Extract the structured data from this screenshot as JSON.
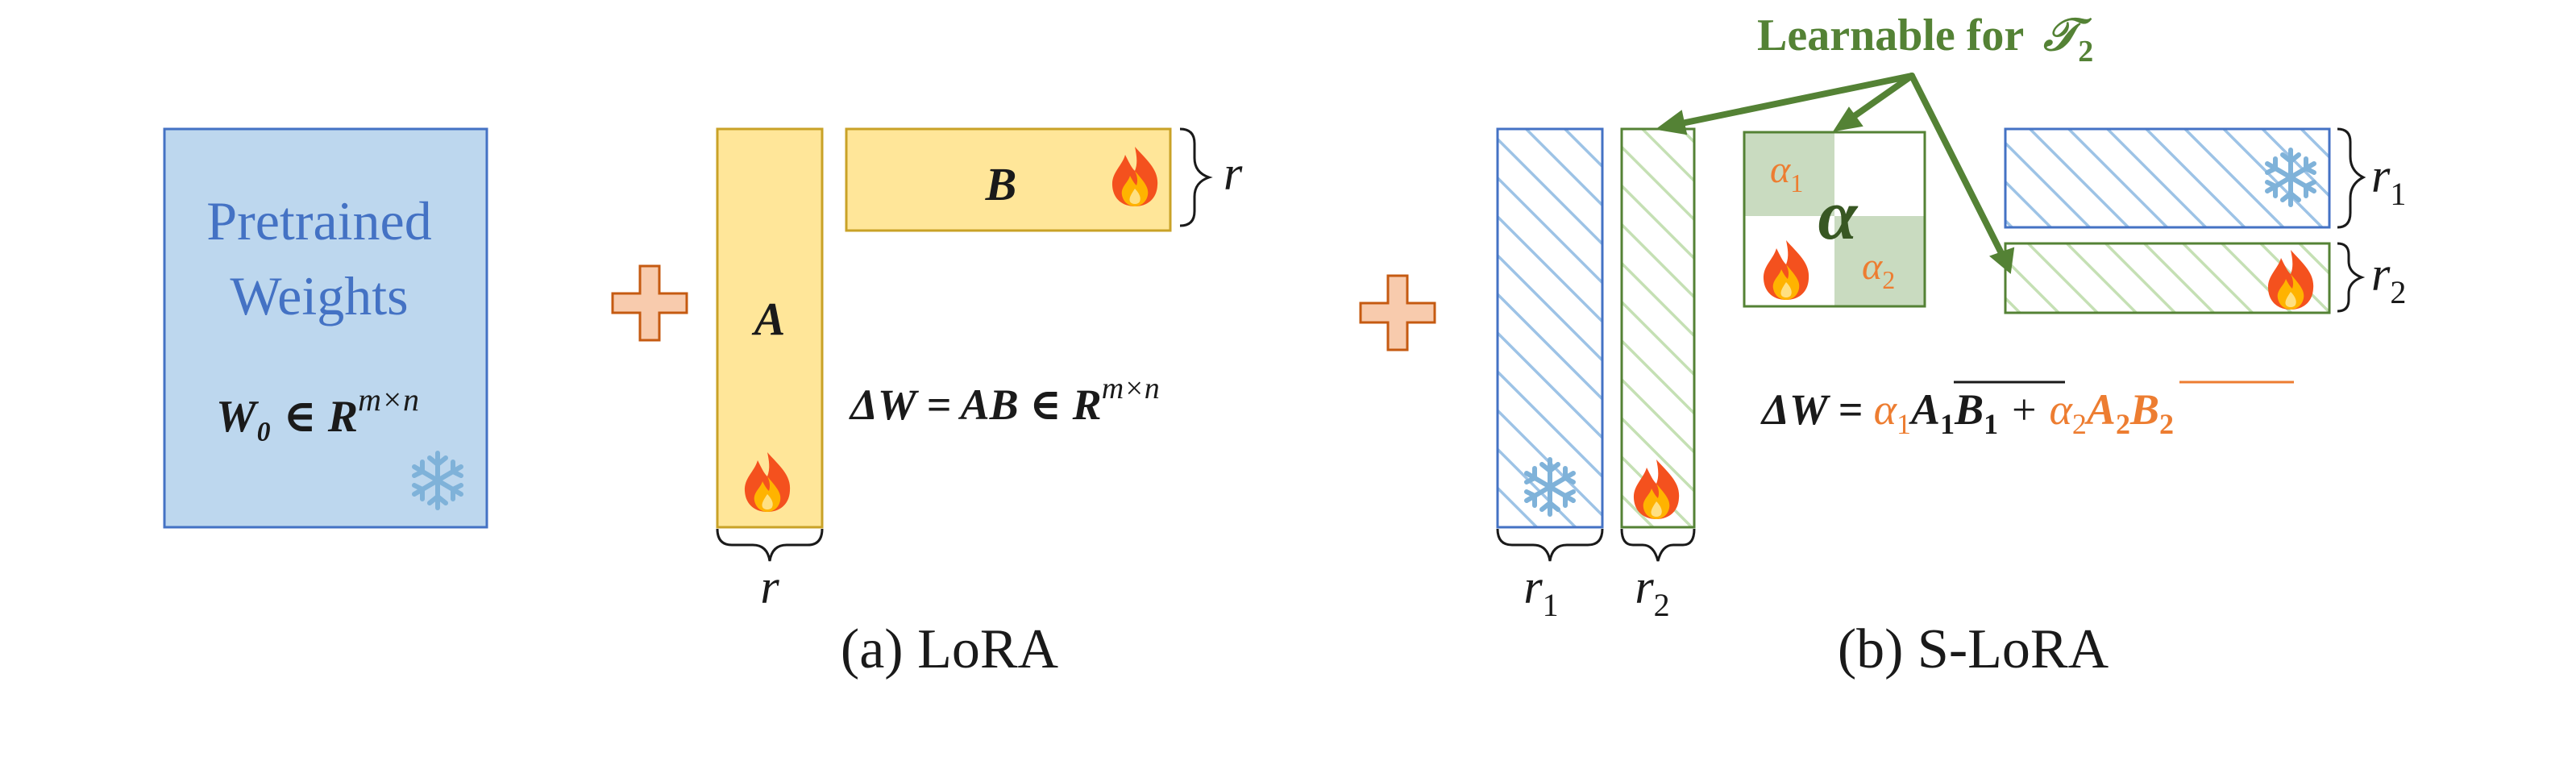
{
  "colors": {
    "pretrained_fill": "#bdd7ee",
    "pretrained_stroke": "#4472c4",
    "pretrained_text": "#4472c4",
    "lora_fill": "#ffe699",
    "lora_stroke": "#c9a227",
    "plus_fill": "#f8cbad",
    "plus_stroke": "#c55a11",
    "blue_hatch": "#9dc3e6",
    "blue_stroke": "#4472c4",
    "green_hatch": "#c5e0b4",
    "green_stroke": "#548235",
    "green_fill": "#c9dbc0",
    "orange_text": "#ed7d31",
    "annot_green": "#548235",
    "snowflake": "#7fb2d9"
  },
  "icons": [
    "snowflake-icon",
    "fire-icon",
    "plus-icon",
    "arrow-icon"
  ],
  "lora": {
    "pretrained_line1": "Pretrained",
    "pretrained_line2": "Weights",
    "w0_formula": "W₀ ∈ R",
    "w0_sup": "m×n",
    "matrix_a": "A",
    "matrix_b": "B",
    "rank": "r",
    "rank_b": "r",
    "delta_w": "ΔW = AB ∈ R",
    "delta_w_sup": "m×n",
    "caption": "(a)  LoRA"
  },
  "slora": {
    "learnable_label": "Learnable for",
    "task_symbol": "𝒯",
    "task_sub": "2",
    "alpha": "α",
    "alpha1": "α",
    "alpha1_sub": "1",
    "alpha2": "α",
    "alpha2_sub": "2",
    "r1_label": "r",
    "r1_sub": "1",
    "r2_label": "r",
    "r2_sub": "2",
    "r1_right": "r",
    "r1_right_sub": "1",
    "r2_right": "r",
    "r2_right_sub": "2",
    "formula_lhs": "ΔW = ",
    "formula_a1": "α",
    "formula_a1_sub": "1",
    "formula_t1": "A",
    "formula_t1_sub": "1",
    "formula_t1b": "B",
    "formula_t1b_sub": "1",
    "formula_plus": " + ",
    "formula_a2": "α",
    "formula_a2_sub": "2",
    "formula_t2": "A",
    "formula_t2_sub": "2",
    "formula_t2b": "B",
    "formula_t2b_sub": "2",
    "caption": "(b)  S-LoRA"
  }
}
